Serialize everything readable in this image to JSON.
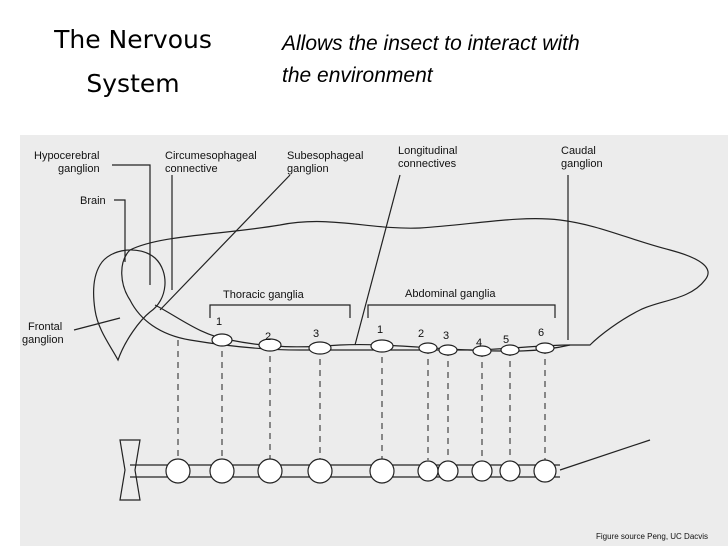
{
  "slide": {
    "title_line1": "The Nervous",
    "title_line2": "System",
    "subtitle_line1": "Allows the insect to interact with",
    "subtitle_line2": "the environment"
  },
  "labels": {
    "hypocerebral_1": "Hypocerebral",
    "hypocerebral_2": "ganglion",
    "brain": "Brain",
    "circum_1": "Circumesophageal",
    "circum_2": "connective",
    "subeso_1": "Subesophageal",
    "subeso_2": "ganglion",
    "longit_1": "Longitudinal",
    "longit_2": "connectives",
    "caudal_1": "Caudal",
    "caudal_2": "ganglion",
    "frontal_1": "Frontal",
    "frontal_2": "ganglion",
    "thoracic": "Thoracic ganglia",
    "abdominal": "Abdominal ganglia",
    "credit": "Figure source Peng, UC Dacvis"
  },
  "numbers": {
    "t1": "1",
    "t2": "2",
    "t3": "3",
    "a1": "1",
    "a2": "2",
    "a3": "3",
    "a4": "4",
    "a5": "5",
    "a6": "6"
  }
}
